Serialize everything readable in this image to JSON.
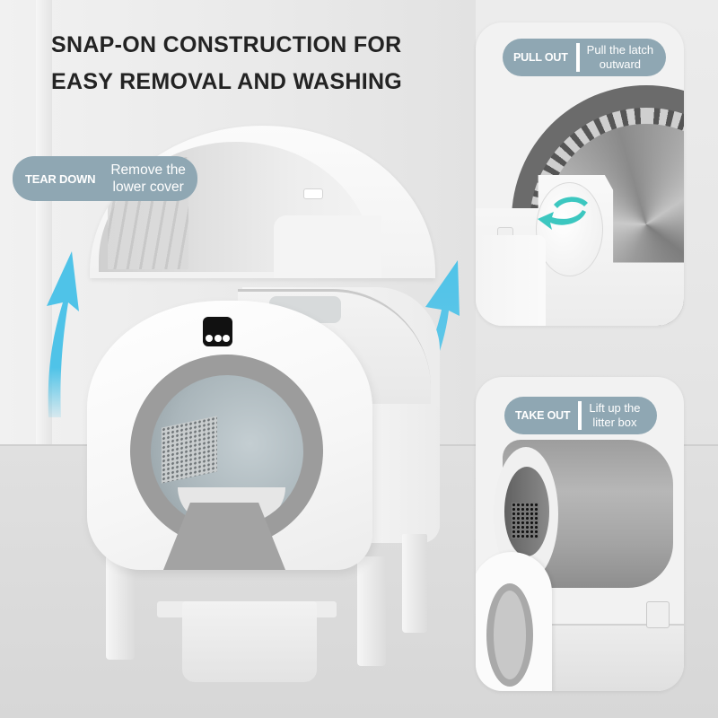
{
  "headline": {
    "line1": "SNAP-ON CONSTRUCTION FOR",
    "line2": "EASY REMOVAL AND WASHING"
  },
  "steps": [
    {
      "tag": "TEAR DOWN",
      "desc_line1": "Remove the",
      "desc_line2": "lower cover"
    },
    {
      "tag": "PULL OUT",
      "desc_line1": "Pull the latch",
      "desc_line2": "outward"
    },
    {
      "tag": "TAKE OUT",
      "desc_line1": "Lift up the",
      "desc_line2": "litter box"
    }
  ],
  "product": {
    "control_panel_icon": "three-dot-buttons-icon",
    "arrows_icon": "lift-up-arrow-icon",
    "latch_icon": "rotate-arrow-icon"
  },
  "colors": {
    "label_pill": "#8fa7b3",
    "arrow": "#4fc3e8",
    "latch_arrow": "#3cc7c0",
    "headline": "#232323",
    "door_ring": "#9c9c9c"
  }
}
